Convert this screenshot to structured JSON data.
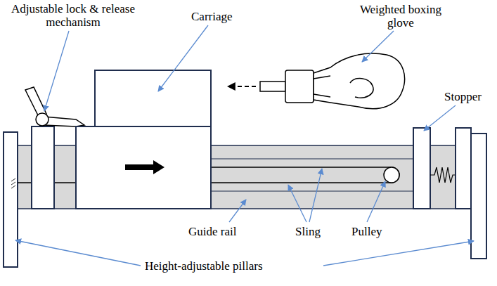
{
  "diagram": {
    "labels": [
      "Adjustable lock & release mechanism",
      "Carriage",
      "Weighted boxing glove",
      "Stopper",
      "Guide rail",
      "Sling",
      "Pulley",
      "Height-adjustable pillars"
    ]
  }
}
